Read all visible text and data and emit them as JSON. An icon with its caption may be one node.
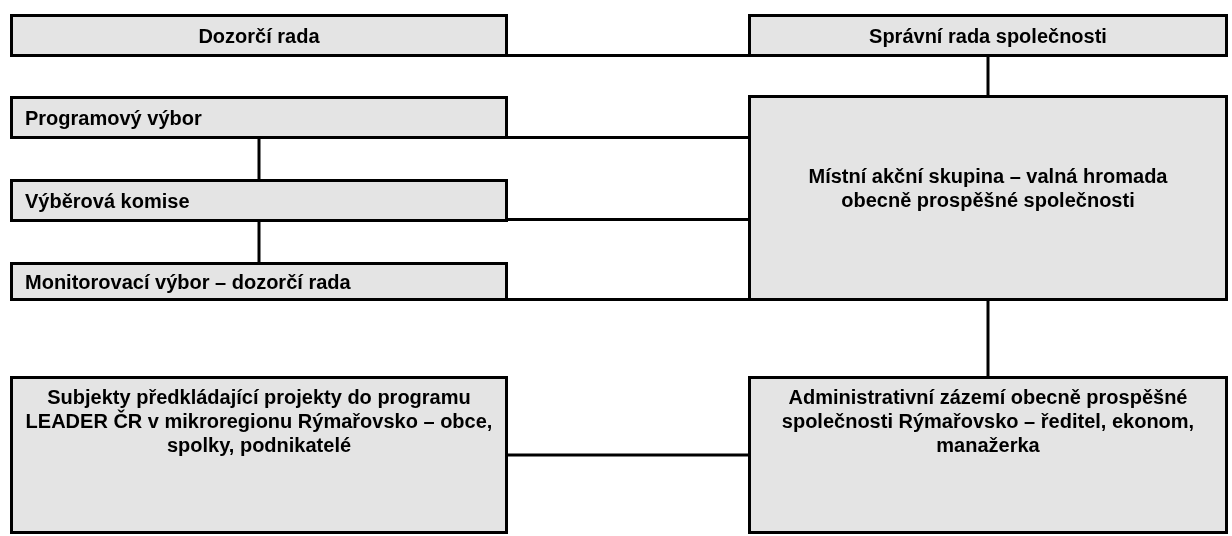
{
  "diagram": {
    "nodes": [
      {
        "text": [
          "Dozorčí rada"
        ]
      },
      {
        "text": [
          "Správní rada společnosti"
        ]
      },
      {
        "text": [
          "Programový výbor"
        ]
      },
      {
        "text": [
          "Výběrová komise"
        ]
      },
      {
        "text": [
          "Monitorovací výbor – dozorčí rada"
        ]
      },
      {
        "text": [
          "Místní akční skupina – valná hromada obecně prospěšné společnosti"
        ]
      },
      {
        "text": [
          "Subjekty předkládající projekty do programu LEADER ČR v mikroregionu Rýmařovsko – obce, spolky, podnikatelé"
        ]
      },
      {
        "text": [
          "Administrativní zázemí obecně prospěšné společnosti Rýmařovsko – ředitel, ekonom, manažerka"
        ]
      }
    ],
    "edges": [
      {
        "from": 0,
        "to": 1,
        "arrow": "none"
      },
      {
        "from": 1,
        "to": 5,
        "arrow": "none"
      },
      {
        "from": 2,
        "to": 5,
        "arrow": "none"
      },
      {
        "from": 2,
        "to": 3,
        "arrow": "none"
      },
      {
        "from": 3,
        "to": 5,
        "arrow": "none"
      },
      {
        "from": 3,
        "to": 4,
        "arrow": "none"
      },
      {
        "from": 4,
        "to": 5,
        "arrow": "none"
      },
      {
        "from": 5,
        "to": 7,
        "arrow": "none"
      },
      {
        "from": 6,
        "to": 7,
        "arrow": "none"
      }
    ]
  }
}
